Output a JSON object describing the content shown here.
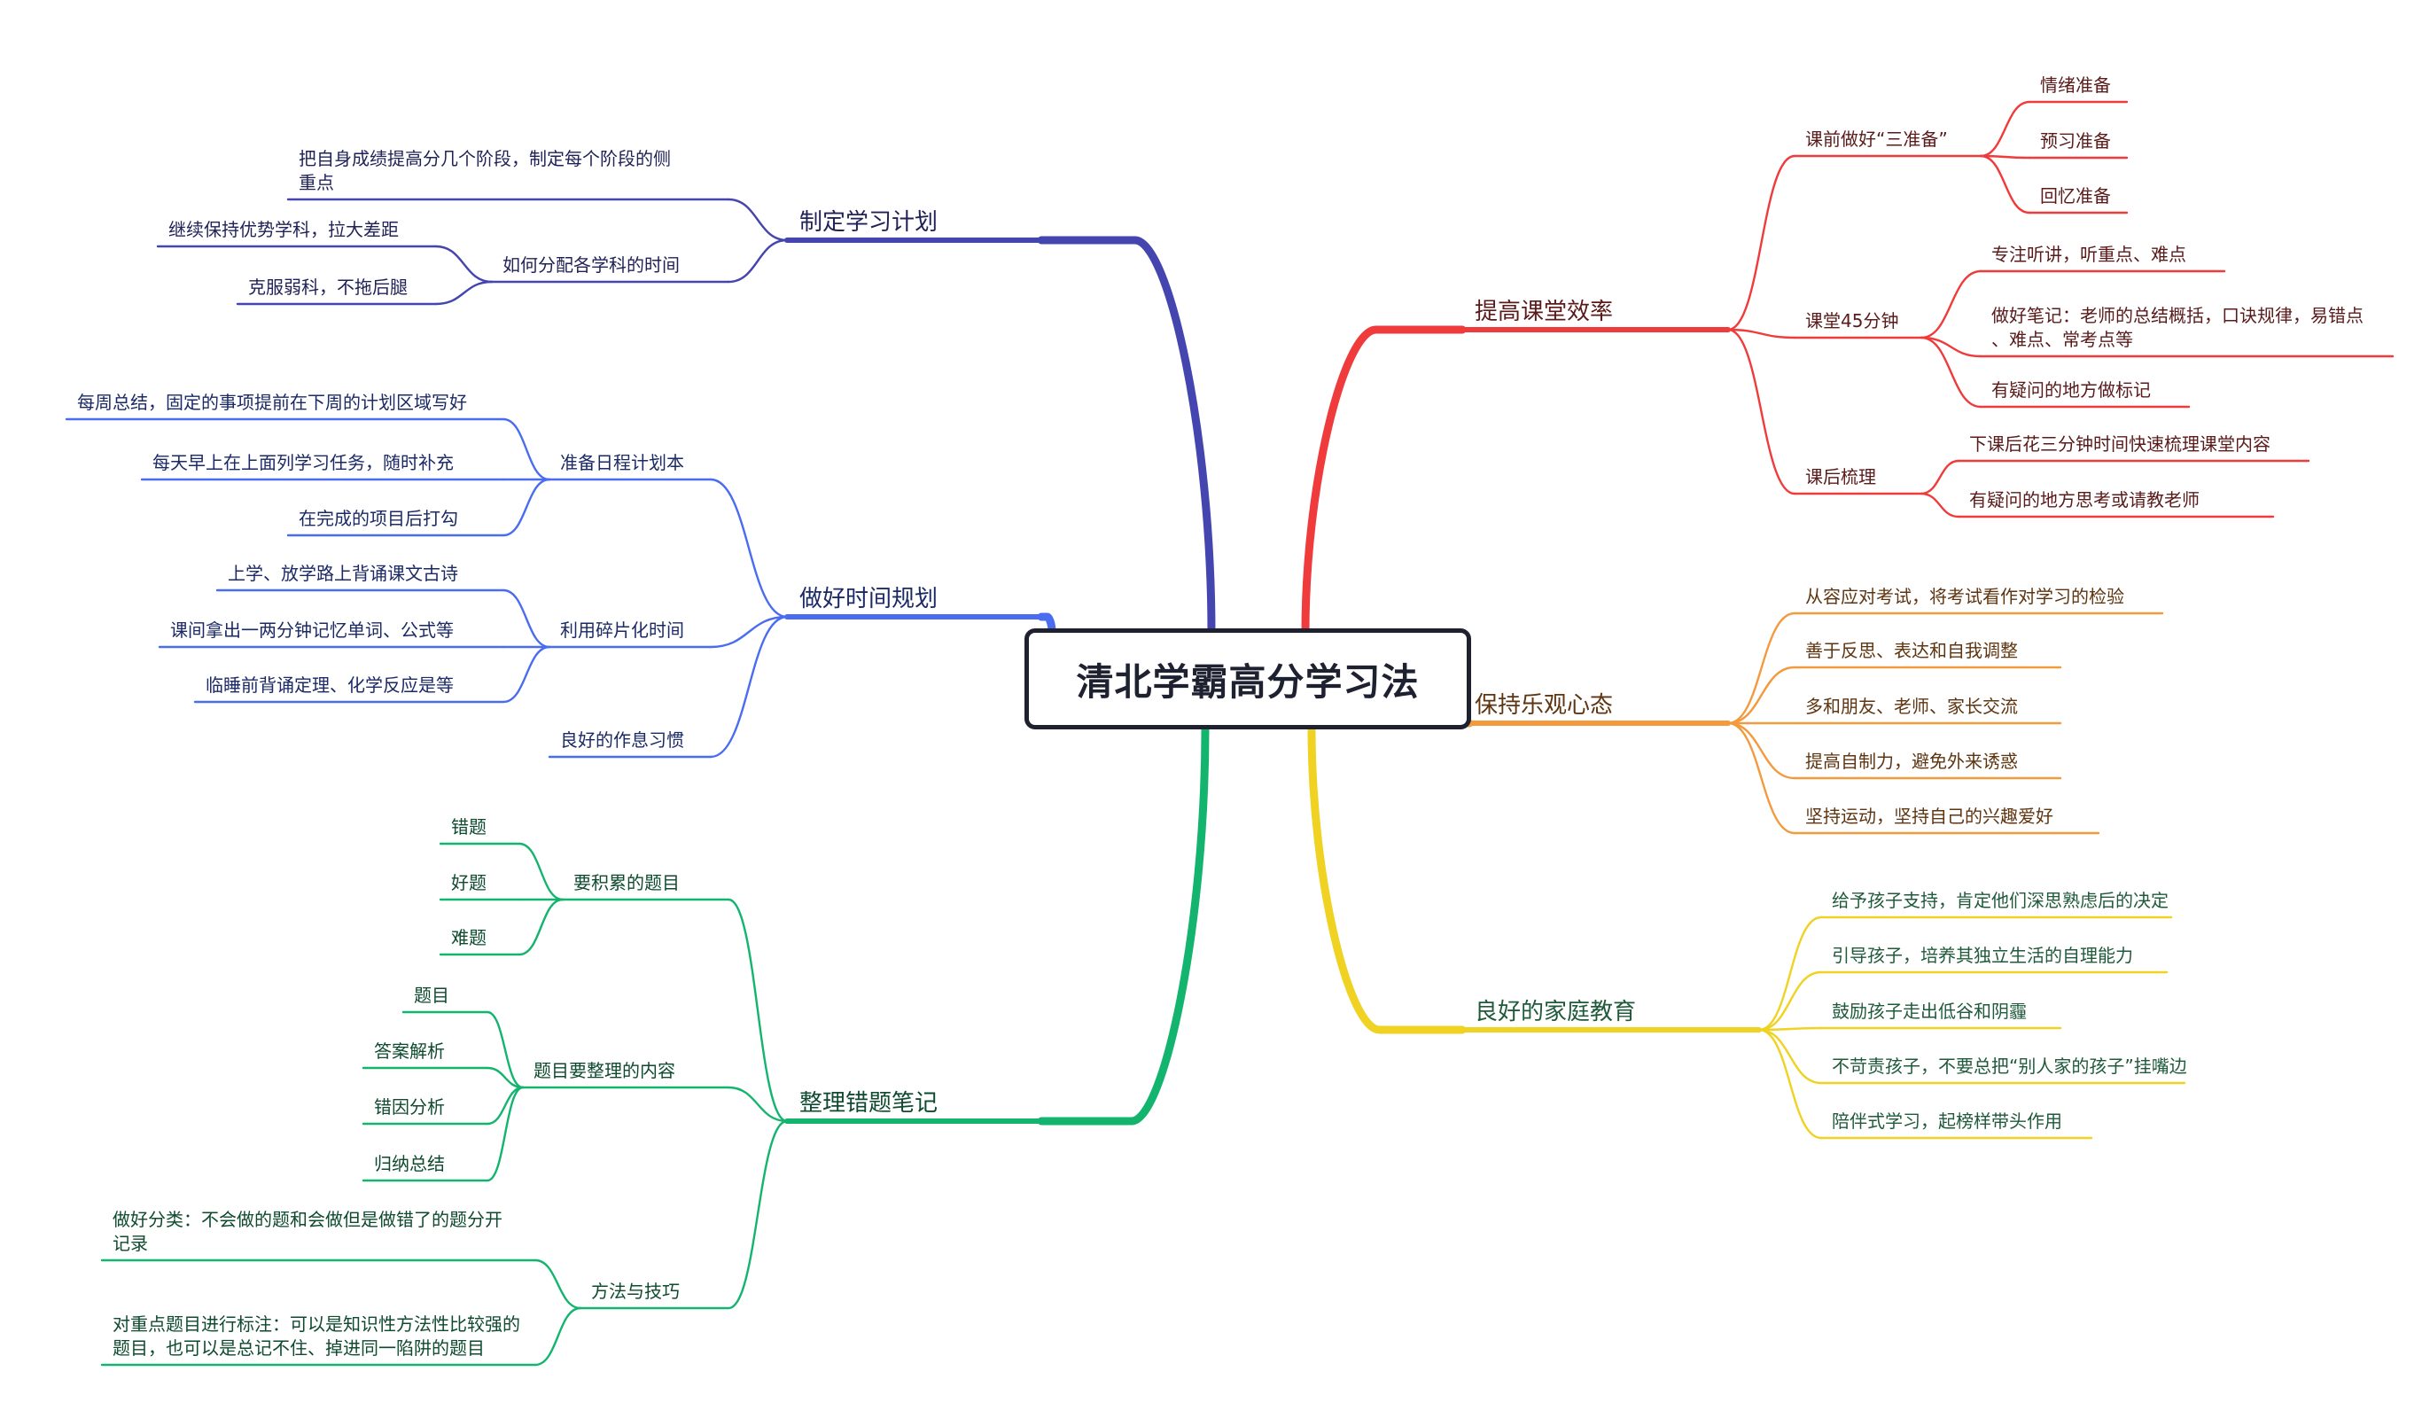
{
  "center": {
    "title": "清北学霸高分学习法"
  },
  "branches": [
    {
      "id": "b1",
      "label": "制定学习计划",
      "color": "#4545b0",
      "textColor": "#1f2157",
      "children": [
        {
          "id": "b1-1",
          "label": "把自身成绩提高分几个阶段，制定每个阶段的侧重点"
        },
        {
          "id": "b1-2",
          "label": "如何分配各学科的时间",
          "children": [
            {
              "id": "b1-2-1",
              "label": "继续保持优势学科，拉大差距"
            },
            {
              "id": "b1-2-2",
              "label": "克服弱科，不拖后腿"
            }
          ]
        }
      ]
    },
    {
      "id": "b2",
      "label": "做好时间规划",
      "color": "#4a6cf0",
      "textColor": "#1b2a66",
      "children": [
        {
          "id": "b2-1",
          "label": "准备日程计划本",
          "children": [
            {
              "id": "b2-1-1",
              "label": "每周总结，固定的事项提前在下周的计划区域写好"
            },
            {
              "id": "b2-1-2",
              "label": "每天早上在上面列学习任务，随时补充"
            },
            {
              "id": "b2-1-3",
              "label": "在完成的项目后打勾"
            }
          ]
        },
        {
          "id": "b2-2",
          "label": "利用碎片化时间",
          "children": [
            {
              "id": "b2-2-1",
              "label": "上学、放学路上背诵课文古诗"
            },
            {
              "id": "b2-2-2",
              "label": "课间拿出一两分钟记忆单词、公式等"
            },
            {
              "id": "b2-2-3",
              "label": "临睡前背诵定理、化学反应是等"
            }
          ]
        },
        {
          "id": "b2-3",
          "label": "良好的作息习惯"
        }
      ]
    },
    {
      "id": "b3",
      "label": "整理错题笔记",
      "color": "#13b46e",
      "textColor": "#0d4a2e",
      "children": [
        {
          "id": "b3-1",
          "label": "要积累的题目",
          "children": [
            {
              "id": "b3-1-1",
              "label": "错题"
            },
            {
              "id": "b3-1-2",
              "label": "好题"
            },
            {
              "id": "b3-1-3",
              "label": "难题"
            }
          ]
        },
        {
          "id": "b3-2",
          "label": "题目要整理的内容",
          "children": [
            {
              "id": "b3-2-1",
              "label": "题目"
            },
            {
              "id": "b3-2-2",
              "label": "答案解析"
            },
            {
              "id": "b3-2-3",
              "label": "错因分析"
            },
            {
              "id": "b3-2-4",
              "label": "归纳总结"
            }
          ]
        },
        {
          "id": "b3-3",
          "label": "方法与技巧",
          "children": [
            {
              "id": "b3-3-1",
              "label": "做好分类：不会做的题和会做但是做错了的题分开记录"
            },
            {
              "id": "b3-3-2",
              "label": "对重点题目进行标注：可以是知识性方法性比较强的题目，也可以是总记不住、掉进同一陷阱的题目"
            }
          ]
        }
      ]
    },
    {
      "id": "b4",
      "label": "提高课堂效率",
      "color": "#ef3b3b",
      "textColor": "#5a1a1a",
      "children": [
        {
          "id": "b4-1",
          "label": "课前做好“三准备”",
          "children": [
            {
              "id": "b4-1-1",
              "label": "情绪准备"
            },
            {
              "id": "b4-1-2",
              "label": "预习准备"
            },
            {
              "id": "b4-1-3",
              "label": "回忆准备"
            }
          ]
        },
        {
          "id": "b4-2",
          "label": "课堂45分钟",
          "children": [
            {
              "id": "b4-2-1",
              "label": "专注听讲，听重点、难点"
            },
            {
              "id": "b4-2-2",
              "label": "做好笔记：老师的总结概括，口诀规律，易错点、难点、常考点等"
            },
            {
              "id": "b4-2-3",
              "label": "有疑问的地方做标记"
            }
          ]
        },
        {
          "id": "b4-3",
          "label": "课后梳理",
          "children": [
            {
              "id": "b4-3-1",
              "label": "下课后花三分钟时间快速梳理课堂内容"
            },
            {
              "id": "b4-3-2",
              "label": "有疑问的地方思考或请教老师"
            }
          ]
        }
      ]
    },
    {
      "id": "b5",
      "label": "保持乐观心态",
      "color": "#f39a3e",
      "textColor": "#5e3510",
      "children": [
        {
          "id": "b5-1",
          "label": "从容应对考试，将考试看作对学习的检验"
        },
        {
          "id": "b5-2",
          "label": "善于反思、表达和自我调整"
        },
        {
          "id": "b5-3",
          "label": "多和朋友、老师、家长交流"
        },
        {
          "id": "b5-4",
          "label": "提高自制力，避免外来诱惑"
        },
        {
          "id": "b5-5",
          "label": "坚持运动，坚持自己的兴趣爱好"
        }
      ]
    },
    {
      "id": "b6",
      "label": "良好的家庭教育",
      "color": "#efd222",
      "textColor": "#1f5a3a",
      "children": [
        {
          "id": "b6-1",
          "label": "给予孩子支持，肯定他们深思熟虑后的决定"
        },
        {
          "id": "b6-2",
          "label": "引导孩子，培养其独立生活的自理能力"
        },
        {
          "id": "b6-3",
          "label": "鼓励孩子走出低谷和阴霾"
        },
        {
          "id": "b6-4",
          "label": "不苛责孩子，不要总把“别人家的孩子”挂嘴边"
        },
        {
          "id": "b6-5",
          "label": "陪伴式学习，起榜样带头作用"
        }
      ]
    }
  ]
}
